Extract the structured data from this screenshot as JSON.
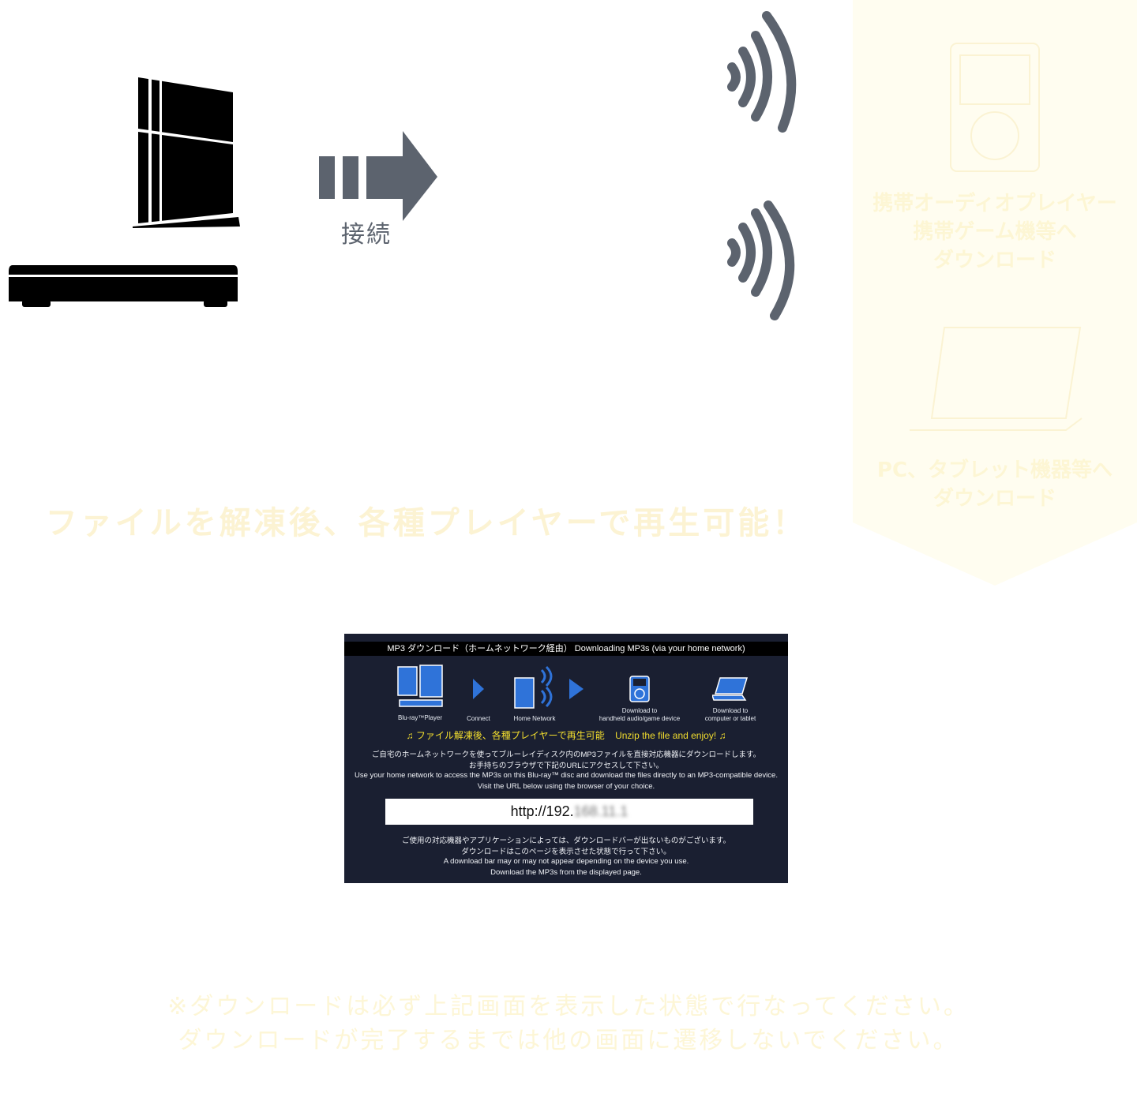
{
  "connect_label": "接続",
  "panel": {
    "audio_device_text": "携帯オーディオプレイヤー\n携帯ゲーム機等へ\nダウンロード",
    "pc_text": "PC、タブレット機器等へ\nダウンロード"
  },
  "main_caption": "ファイルを解凍後、各種プレイヤーで再生可能！",
  "screen": {
    "title": "MP3 ダウンロード（ホームネットワーク経由） Downloading MP3s (via your home network)",
    "labels": {
      "player": "Blu-ray™Player",
      "connect": "Connect",
      "network": "Home Network",
      "handheld": "Download to\nhandheld audio/game device",
      "computer": "Download to\ncomputer or tablet"
    },
    "enjoy_jp": "ファイル解凍後、各種プレイヤーで再生可能",
    "enjoy_en": "Unzip the file and enjoy!",
    "lines": [
      "ご自宅のホームネットワークを使ってブルーレイディスク内のMP3ファイルを直接対応機器にダウンロードします。",
      "お手持ちのブラウザで下記のURLにアクセスして下さい。",
      "Use your home network to access the MP3s on this Blu-ray™ disc and download the files directly to an MP3-compatible device.",
      "Visit the URL below using the browser of your choice."
    ],
    "url_prefix": "http://192.",
    "url_hidden": "168.11.1",
    "notes": [
      "ご使用の対応機器やアプリケーションによっては、ダウンロードバーが出ないものがございます。",
      "ダウンロードはこのページを表示させた状態で行って下さい。",
      "A download bar may or may not appear depending on the device you use.",
      "Download the MP3s from the displayed page."
    ]
  },
  "footer_note": "※ダウンロードは必ず上記画面を表示した状態で行なってください。\nダウンロードが完了するまでは他の画面に遷移しないでください。",
  "colors": {
    "icon_gray": "#5c636e",
    "panel_bg": "#fffdf0",
    "pale_yellow_text": "#fcf3d3",
    "screen_bg": "#1a1f31",
    "screen_accent": "#f3de2e",
    "screen_icon_blue": "#2f73d9"
  }
}
